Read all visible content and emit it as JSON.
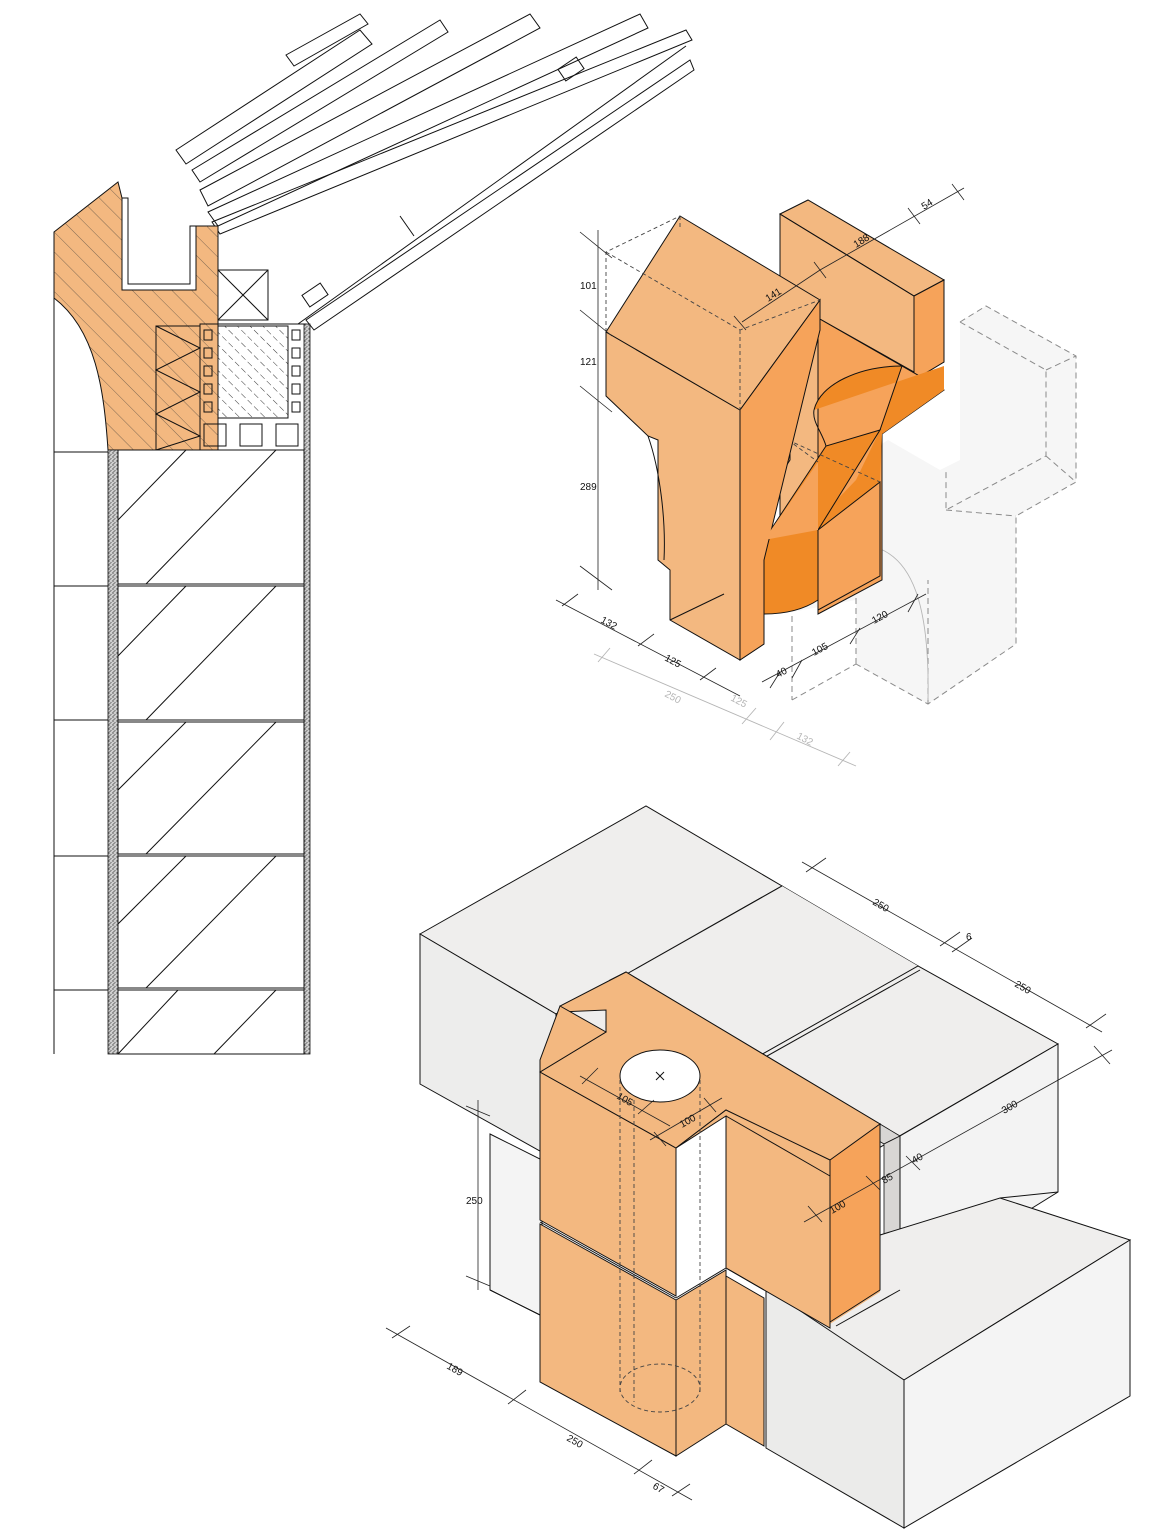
{
  "colors": {
    "brick": "#f3b880",
    "brick_light": "#f7c898",
    "brick_dark": "#f6a35a",
    "cut": "#f08a26",
    "block_top": "#eeeeee",
    "block_side": "#f4f4f4",
    "block_front": "#eaeaea",
    "joint": "#d8d6d4",
    "line": "#111111"
  },
  "top_drawing": {
    "dims_vertical": [
      "101",
      "121",
      "289"
    ],
    "dims_top": [
      "141",
      "188",
      "54"
    ],
    "dims_bottom_black": [
      "132",
      "125",
      "40",
      "105",
      "120"
    ],
    "dims_bottom_grey": [
      "250",
      "125",
      "132"
    ]
  },
  "bottom_drawing": {
    "dims_top_right": [
      "250",
      "6",
      "250"
    ],
    "dims_right": [
      "300",
      "40",
      "85",
      "100"
    ],
    "dims_hole": [
      "105",
      "100"
    ],
    "dims_left": [
      "250"
    ],
    "dims_bottom": [
      "189",
      "250",
      "67"
    ]
  }
}
